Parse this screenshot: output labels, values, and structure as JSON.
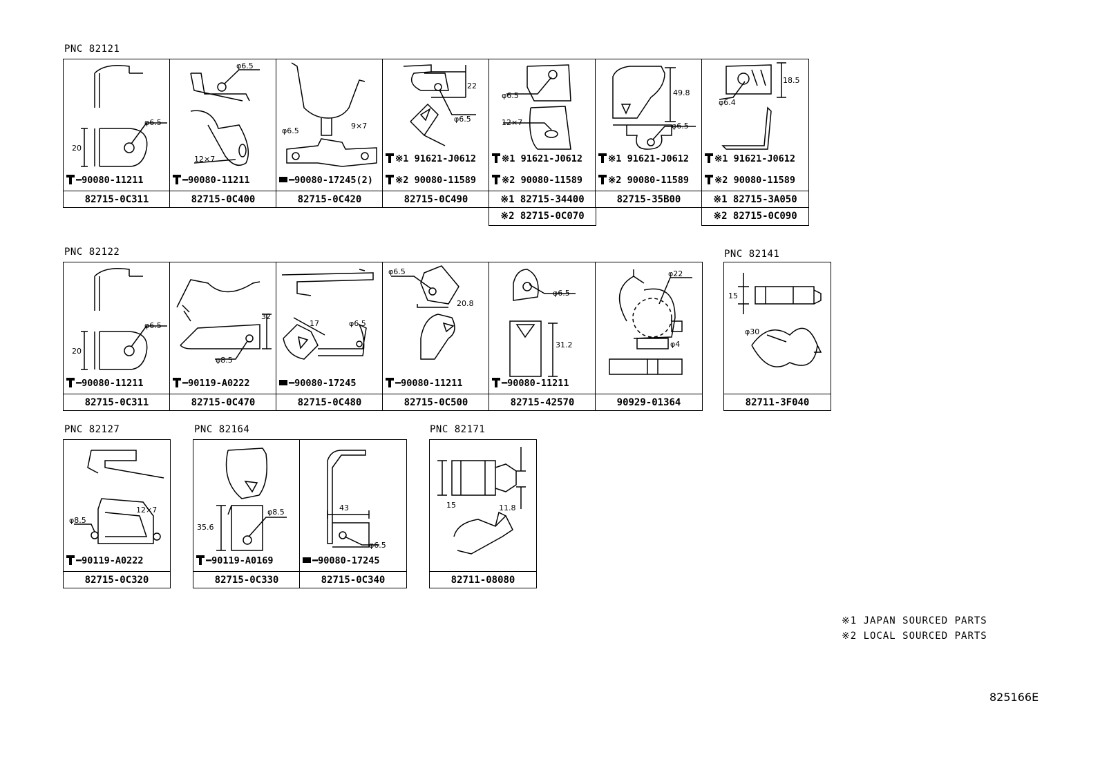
{
  "groups": [
    {
      "pnc": "PNC 82121"
    },
    {
      "pnc": "PNC 82122"
    },
    {
      "pnc": "PNC 82141"
    },
    {
      "pnc": "PNC 82127"
    },
    {
      "pnc": "PNC 82164"
    },
    {
      "pnc": "PNC 82171"
    }
  ],
  "cells": [
    {
      "fast1": "━90080-11211",
      "part": "82715-0C311",
      "dims": [
        "φ6.5",
        "20"
      ]
    },
    {
      "fast1": "━90080-11211",
      "part": "82715-0C400",
      "dims": [
        "φ6.5",
        "12×7"
      ]
    },
    {
      "fast1": "━90080-17245(2)",
      "part": "82715-0C420",
      "dims": [
        "φ6.5",
        "9×7"
      ]
    },
    {
      "fast1": "※1 91621-J0612",
      "fast2": "※2 90080-11589",
      "part": "82715-0C490",
      "dims": [
        "22",
        "φ6.5"
      ]
    },
    {
      "fast1": "※1 91621-J0612",
      "fast2": "※2 90080-11589",
      "part": "※1 82715-34400",
      "part2": "※2 82715-0C070",
      "dims": [
        "φ6.5",
        "12×7"
      ]
    },
    {
      "fast1": "※1 91621-J0612",
      "fast2": "※2 90080-11589",
      "part": "82715-35B00",
      "dims": [
        "49.8",
        "φ6.5"
      ]
    },
    {
      "fast1": "※1 91621-J0612",
      "fast2": "※2 90080-11589",
      "part": "※1 82715-3A050",
      "part2": "※2 82715-0C090",
      "dims": [
        "18.5",
        "φ6.4"
      ]
    },
    {
      "fast1": "━90080-11211",
      "part": "82715-0C311",
      "dims": [
        "φ6.5",
        "20"
      ]
    },
    {
      "fast1": "━90119-A0222",
      "part": "82715-0C470",
      "dims": [
        "32",
        "φ8.5"
      ]
    },
    {
      "fast1": "━90080-17245",
      "part": "82715-0C480",
      "dims": [
        "17",
        "φ6.5"
      ]
    },
    {
      "fast1": "━90080-11211",
      "part": "82715-0C500",
      "dims": [
        "φ6.5",
        "20.8"
      ]
    },
    {
      "fast1": "━90080-11211",
      "part": "82715-42570",
      "dims": [
        "φ6.5",
        "31.2"
      ]
    },
    {
      "part": "90929-01364",
      "dims": [
        "φ22",
        "φ4"
      ]
    },
    {
      "part": "82711-3F040",
      "dims": [
        "15",
        "φ30"
      ]
    },
    {
      "fast1": "━90119-A0222",
      "part": "82715-0C320",
      "dims": [
        "φ8.5",
        "12×7"
      ]
    },
    {
      "fast1": "━90119-A0169",
      "part": "82715-0C330",
      "dims": [
        "35.6",
        "φ8.5"
      ]
    },
    {
      "fast1": "━90080-17245",
      "part": "82715-0C340",
      "dims": [
        "43",
        "φ6.5"
      ]
    },
    {
      "part": "82711-08080",
      "dims": [
        "15",
        "11.8"
      ]
    }
  ],
  "legend": [
    "※1   JAPAN SOURCED PARTS",
    "※2   LOCAL SOURCED PARTS"
  ],
  "drawing_code": "825166E"
}
